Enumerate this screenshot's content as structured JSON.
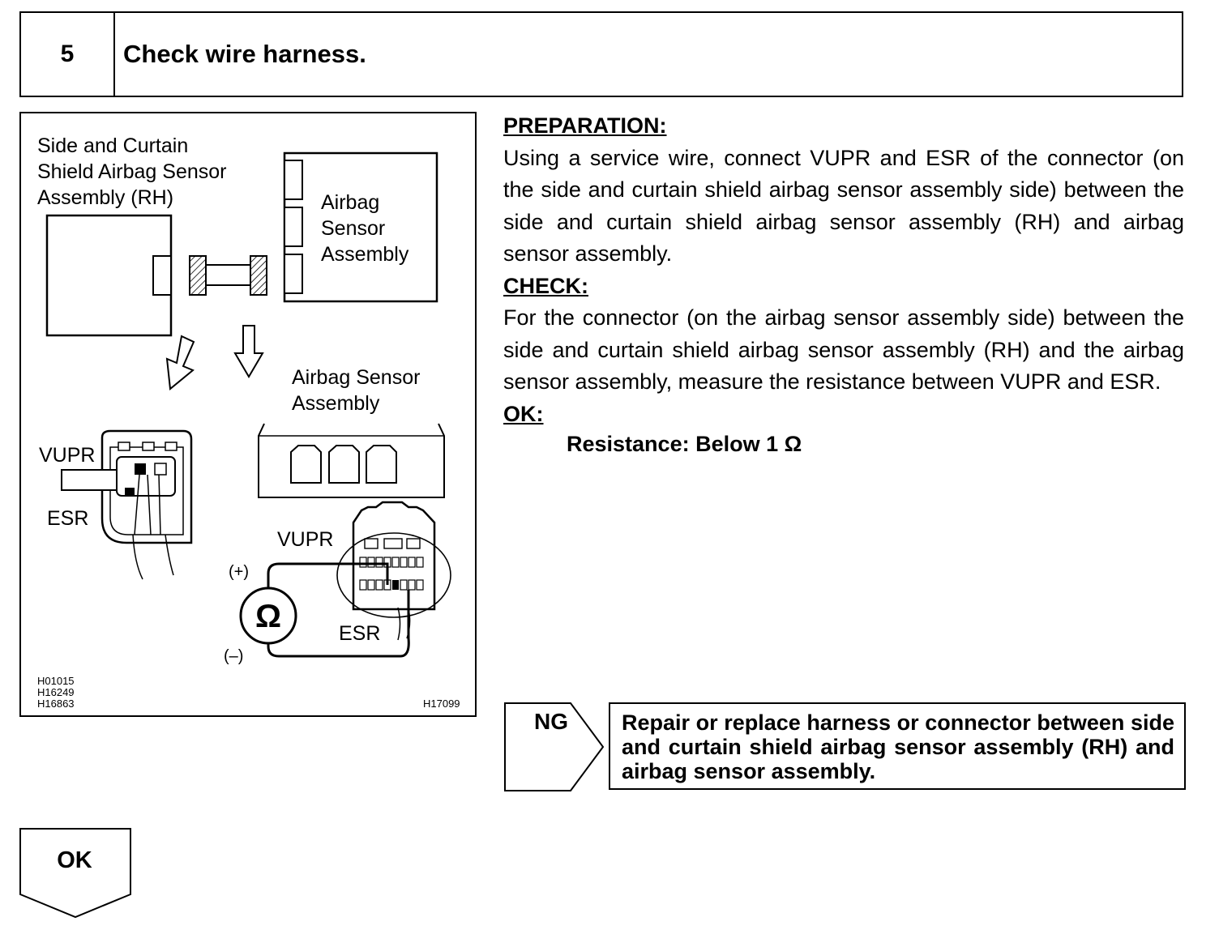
{
  "step": {
    "number": "5",
    "title": "Check wire harness."
  },
  "figure": {
    "side_sensor_label": [
      "Side and Curtain",
      "Shield Airbag Sensor",
      "Assembly (RH)"
    ],
    "airbag_sensor_label": [
      "Airbag",
      "Sensor",
      "Assembly"
    ],
    "airbag_sensor_label_2": [
      "Airbag Sensor",
      "Assembly"
    ],
    "vupr_left": "VUPR",
    "esr_left": "ESR",
    "vupr_right": "VUPR",
    "esr_right": "ESR",
    "plus": "(+)",
    "minus": "(–)",
    "ohm": "Ω",
    "codes": [
      "H01015",
      "H16249",
      "H16863"
    ],
    "code_right": "H17099"
  },
  "instructions": {
    "preparation_heading": "PREPARATION:",
    "preparation_text": "Using a service wire, connect VUPR and ESR of the connector (on the side and curtain shield airbag sensor assembly side) between the side and curtain shield airbag sensor assembly (RH) and airbag sensor assembly.",
    "check_heading": "CHECK:",
    "check_text": "For the connector (on the airbag sensor assembly side) between the side and curtain shield airbag sensor assembly (RH) and the airbag sensor assembly, measure the resistance between VUPR and ESR.",
    "ok_heading": "OK:",
    "ok_spec": "Resistance: Below 1 Ω"
  },
  "ng": {
    "label": "NG",
    "text": "Repair or replace harness or connector between side and curtain shield airbag sensor assembly (RH) and airbag sensor assembly."
  },
  "ok": {
    "label": "OK"
  }
}
